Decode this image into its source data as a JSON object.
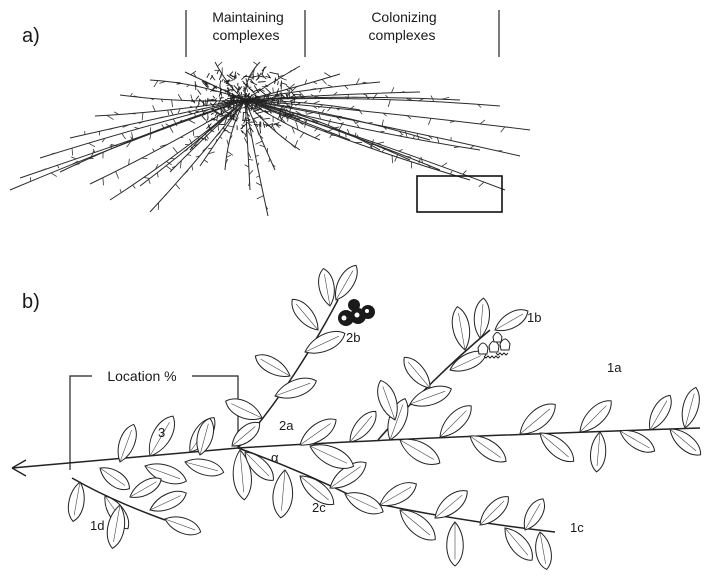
{
  "panel_a": {
    "label": "a)",
    "header_left": [
      "Maintaining",
      "complexes"
    ],
    "header_right": [
      "Colonizing",
      "complexes"
    ]
  },
  "panel_b": {
    "label": "b)",
    "location_label": "Location %",
    "branch_labels": {
      "main": "1a",
      "flowering": "1b",
      "lower_right": "1c",
      "lower_left": "1d",
      "upper": "2a",
      "berry": "2b",
      "lower": "2c",
      "left": "3",
      "angle": "α"
    }
  }
}
